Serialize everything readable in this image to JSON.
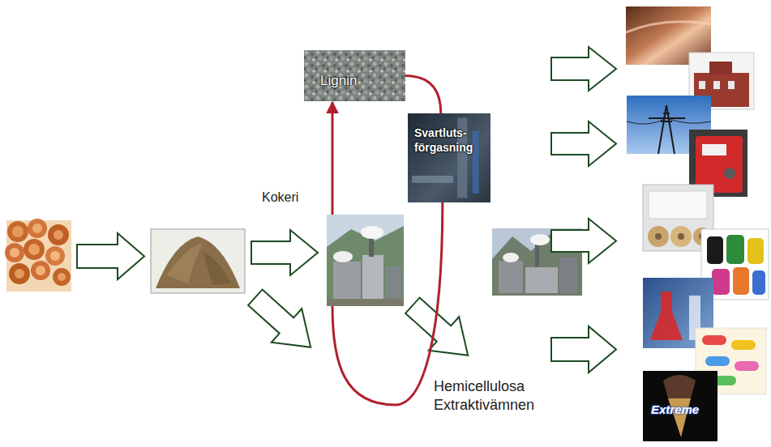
{
  "diagram": {
    "nodes": [
      {
        "text": [
          "Lignin"
        ]
      },
      {
        "text": [
          "Svartluts- förgasning"
        ]
      },
      {
        "text": [
          "Kokeri"
        ]
      }
    ],
    "edges": [
      {
        "from": 2,
        "to": 0,
        "arrow": "to"
      },
      {
        "from": 0,
        "to": 1,
        "arrow": "none"
      },
      {
        "from": 1,
        "to": 2,
        "arrow": "none"
      }
    ],
    "labels": [
      "Hemicellulosa Extraktivämnen",
      "Extreme"
    ]
  }
}
